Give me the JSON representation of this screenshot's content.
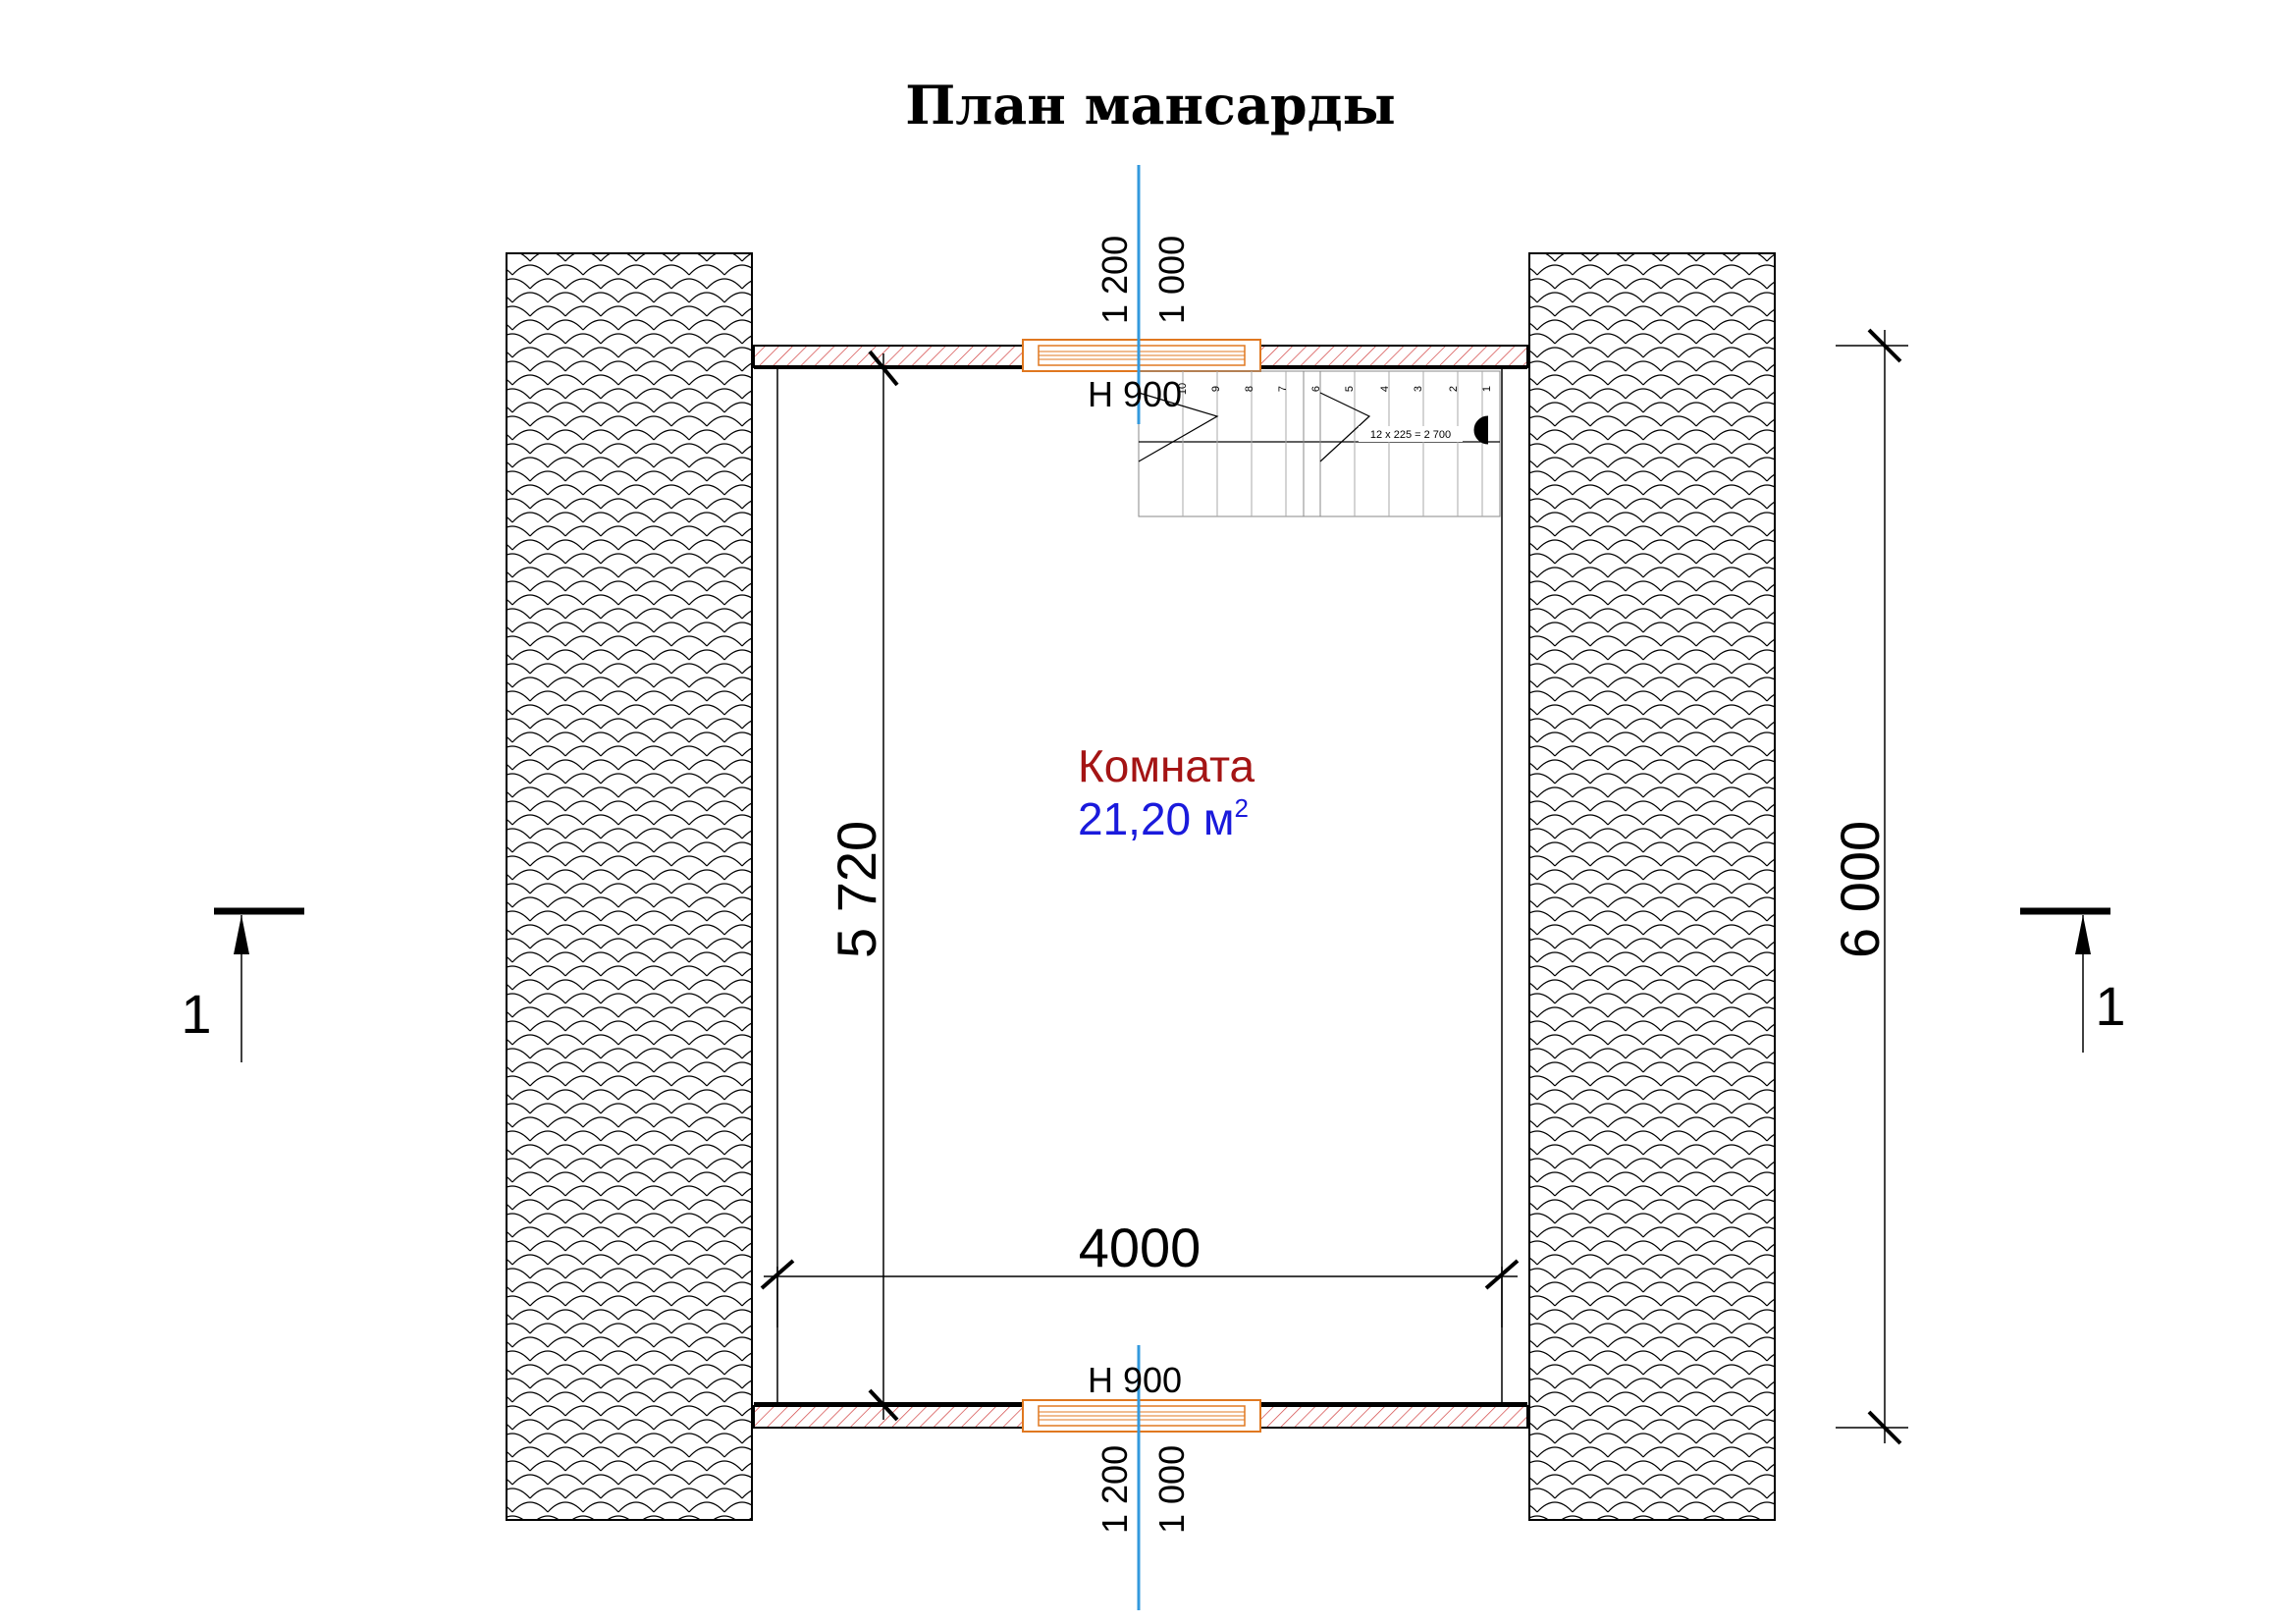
{
  "title": "План мансарды",
  "room": {
    "name": "Комната",
    "area": "21,20 м",
    "area_sup": "2"
  },
  "dimensions": {
    "width": "4000",
    "inner_length": "5 720",
    "outer_length": "6 000",
    "top_window_width": "1 200",
    "top_window_height": "1 000",
    "top_window_sill": "Н 900",
    "bottom_window_width": "1 200",
    "bottom_window_height": "1 000",
    "bottom_window_sill": "Н 900"
  },
  "stair": {
    "label": "12 х 225 = 2 700",
    "step_numbers": [
      "1",
      "2",
      "3",
      "4",
      "5",
      "6",
      "7",
      "8",
      "9",
      "10"
    ]
  },
  "section_marks": {
    "left": "1",
    "right": "1"
  },
  "colors": {
    "room_name": "#a41414",
    "room_area": "#1a1adc",
    "section_axis": "#3399dd",
    "window_frame": "#e07820",
    "wall_hatch": "#d24040"
  }
}
